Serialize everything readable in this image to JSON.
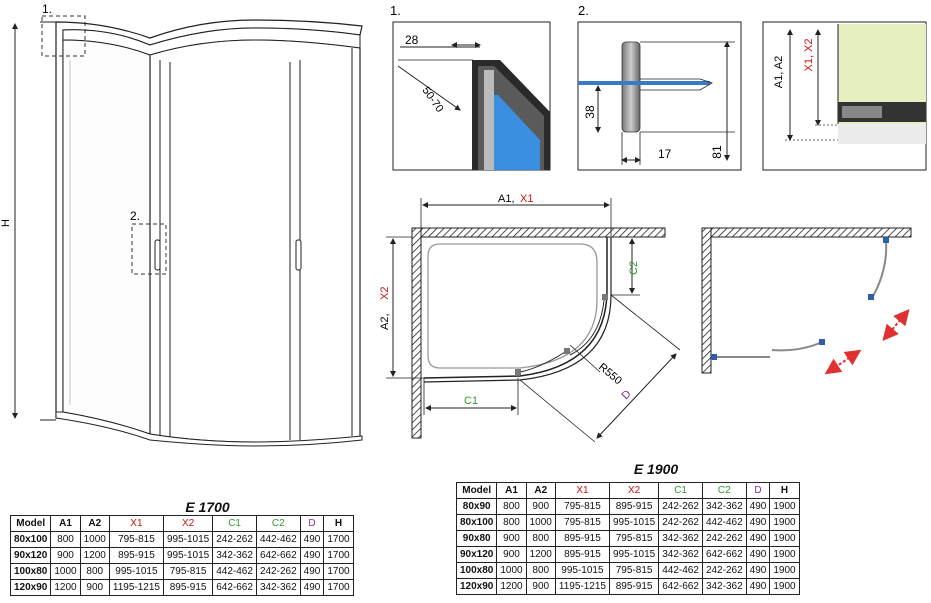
{
  "labels": {
    "h": "H",
    "detail1_marker": "1.",
    "detail2_marker": "2.",
    "detail1_title": "1.",
    "detail2_title": "2.",
    "dim_28": "28",
    "dim_50_70": "50-70",
    "dim_38": "38",
    "dim_17": "17",
    "dim_81": "81",
    "a1a2": "A1, A2",
    "x1x2": "X1, X2",
    "a1": "A1,",
    "x1": "X1",
    "a2": "A2,",
    "x2": "X2",
    "c1": "C1",
    "c2": "C2",
    "r550": "R550",
    "d": "D"
  },
  "colors": {
    "x": "#cc1111",
    "c": "#2e9e2e",
    "d": "#7a2fa8",
    "glass": "#3a78c8",
    "wall": "#e6efbf"
  },
  "tables": [
    {
      "title": "E 1700",
      "headers": [
        "Model",
        "A1",
        "A2",
        "X1",
        "X2",
        "C1",
        "C2",
        "D",
        "H"
      ],
      "rows": [
        [
          "80x100",
          "800",
          "1000",
          "795-815",
          "995-1015",
          "242-262",
          "442-462",
          "490",
          "1700"
        ],
        [
          "90x120",
          "900",
          "1200",
          "895-915",
          "995-1015",
          "342-362",
          "642-662",
          "490",
          "1700"
        ],
        [
          "100x80",
          "1000",
          "800",
          "995-1015",
          "795-815",
          "442-462",
          "242-262",
          "490",
          "1700"
        ],
        [
          "120x90",
          "1200",
          "900",
          "1195-1215",
          "895-915",
          "642-662",
          "342-362",
          "490",
          "1700"
        ]
      ]
    },
    {
      "title": "E 1900",
      "headers": [
        "Model",
        "A1",
        "A2",
        "X1",
        "X2",
        "C1",
        "C2",
        "D",
        "H"
      ],
      "rows": [
        [
          "80x90",
          "800",
          "900",
          "795-815",
          "895-915",
          "242-262",
          "342-362",
          "490",
          "1900"
        ],
        [
          "80x100",
          "800",
          "1000",
          "795-815",
          "995-1015",
          "242-262",
          "442-462",
          "490",
          "1900"
        ],
        [
          "90x80",
          "900",
          "800",
          "895-915",
          "795-815",
          "342-362",
          "242-262",
          "490",
          "1900"
        ],
        [
          "90x120",
          "900",
          "1200",
          "895-915",
          "995-1015",
          "342-362",
          "642-662",
          "490",
          "1900"
        ],
        [
          "100x80",
          "1000",
          "800",
          "995-1015",
          "795-815",
          "442-462",
          "242-262",
          "490",
          "1900"
        ],
        [
          "120x90",
          "1200",
          "900",
          "1195-1215",
          "895-915",
          "642-662",
          "342-362",
          "490",
          "1900"
        ]
      ]
    }
  ]
}
